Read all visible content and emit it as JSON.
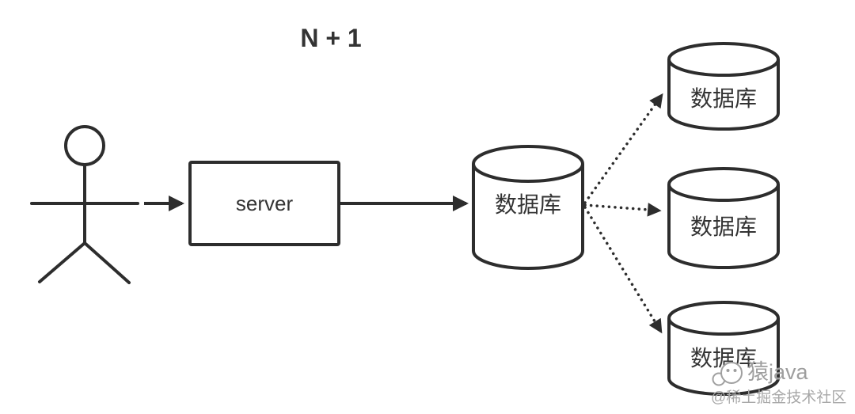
{
  "title": "N + 1",
  "nodes": {
    "server_label": "server",
    "main_db_label": "数据库",
    "replica_db_labels": [
      "数据库",
      "数据库",
      "数据库"
    ]
  },
  "watermark": {
    "brand": "猿java",
    "attribution": "@稀土掘金技术社区"
  },
  "colors": {
    "stroke": "#2d2d2d",
    "label_text": "#333333",
    "background": "#ffffff",
    "watermark_text": "#a3a3a3"
  }
}
